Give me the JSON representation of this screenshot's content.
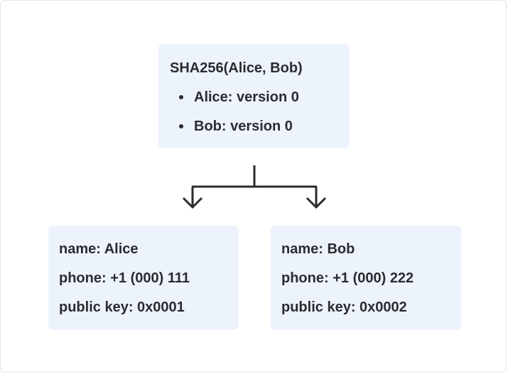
{
  "root": {
    "title": "SHA256(Alice, Bob)",
    "items": [
      {
        "label": "Alice: version 0"
      },
      {
        "label": "Bob: version 0"
      }
    ]
  },
  "children": [
    {
      "name": "name: Alice",
      "phone": "phone: +1 (000) 111",
      "public_key": "public key: 0x0001"
    },
    {
      "name": "name: Bob",
      "phone": "phone: +1 (000) 222",
      "public_key": "public key: 0x0002"
    }
  ],
  "colors": {
    "box_fill": "#edf3fd",
    "text": "#2b2b2f",
    "connector": "#2b2b2f"
  }
}
